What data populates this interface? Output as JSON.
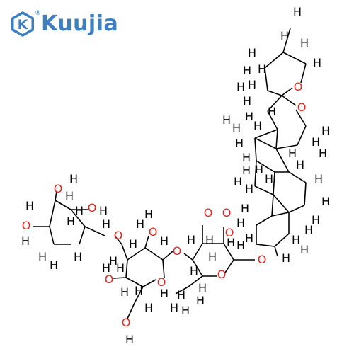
{
  "logo": {
    "brand": "Kuujia",
    "mark_letter": "K",
    "registered": "®",
    "color": "#3d7fc1"
  },
  "colors": {
    "bond": "#000000",
    "oxygen": "#e6261f",
    "hydrogen": "#000000"
  },
  "atom_labels": {
    "oxygen": "O",
    "hydrogen": "H",
    "hydroxyl": "OH"
  }
}
